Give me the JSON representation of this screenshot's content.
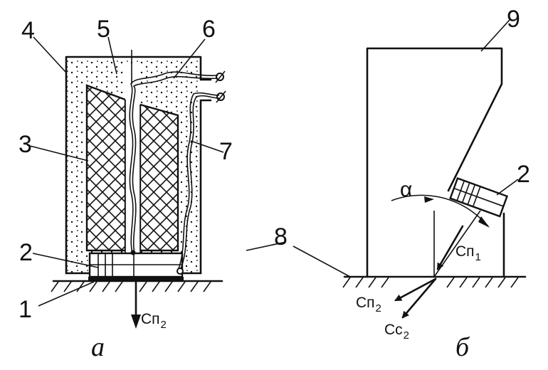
{
  "figure_a": {
    "caption": "а",
    "callouts": [
      "1",
      "2",
      "3",
      "4",
      "5",
      "6",
      "7",
      "8"
    ],
    "force_label": {
      "main": "Cп",
      "sub": "2"
    }
  },
  "figure_b": {
    "caption": "б",
    "callouts": [
      "9",
      "2"
    ],
    "angle_label": "α",
    "forces": [
      {
        "main": "Cп",
        "sub": "1"
      },
      {
        "main": "Cп",
        "sub": "2"
      },
      {
        "main": "Cc",
        "sub": "2"
      }
    ]
  }
}
